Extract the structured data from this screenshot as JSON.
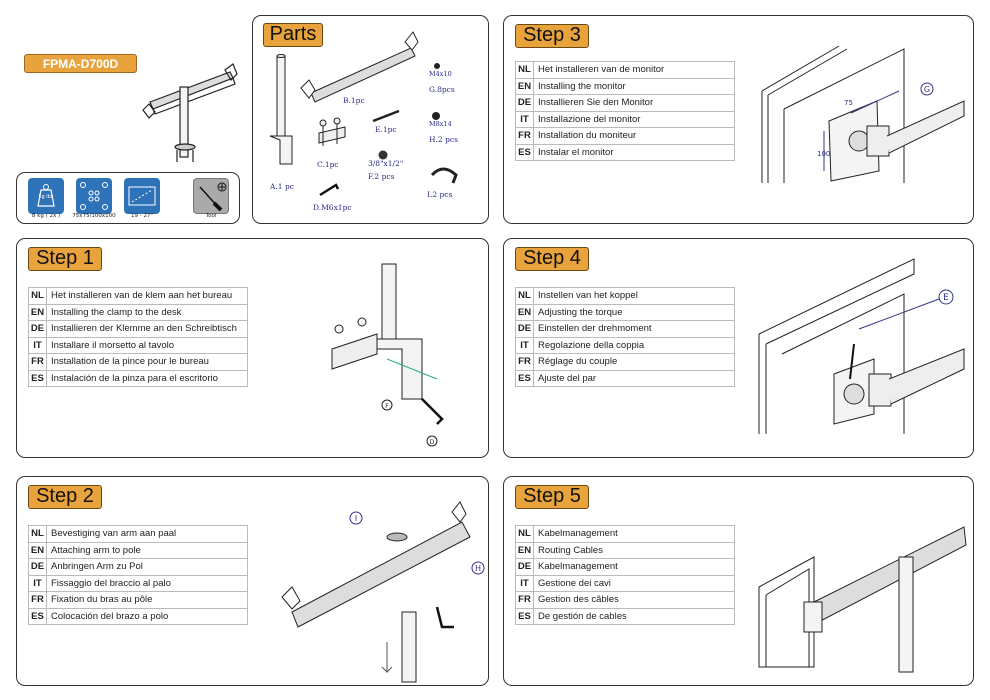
{
  "model": "FPMA-D700D",
  "specs": [
    {
      "icon": "weight-icon",
      "caption": "8 kg ( 2x )",
      "glyph": "kg lbs"
    },
    {
      "icon": "vesa-pattern-icon",
      "caption": "75x75/100x100"
    },
    {
      "icon": "screen-size-icon",
      "caption": "19 - 27\""
    },
    {
      "icon": "screwdriver-icon",
      "caption": "Tool"
    }
  ],
  "parts": {
    "title": "Parts",
    "items": {
      "a": "A.1 pc",
      "b": "B.1pc",
      "c": "C.1pc",
      "d": "D.M6x1pc",
      "e": "E.1pc",
      "f_size": "3/8\"x1/2\"",
      "f": "F.2 pcs",
      "g_size": "M4x10",
      "g": "G.8pcs",
      "h_size": "M8x14",
      "h": "H.2 pcs",
      "i": "I.2 pcs"
    }
  },
  "steps": {
    "step1": {
      "title": "Step 1",
      "rows": [
        {
          "code": "NL",
          "text": "Het installeren van de klem aan het bureau"
        },
        {
          "code": "EN",
          "text": "Installing the clamp to the desk"
        },
        {
          "code": "DE",
          "text": "Installieren der Klemme an den Schreibtisch"
        },
        {
          "code": "IT",
          "text": "Installare il morsetto al tavolo"
        },
        {
          "code": "FR",
          "text": "Installation de la pince pour le bureau"
        },
        {
          "code": "ES",
          "text": "Instalación de la pinza para el escritorio"
        }
      ],
      "callouts": [
        "F",
        "D"
      ]
    },
    "step2": {
      "title": "Step 2",
      "rows": [
        {
          "code": "NL",
          "text": "Bevestiging van arm aan paal"
        },
        {
          "code": "EN",
          "text": "Attaching arm to pole"
        },
        {
          "code": "DE",
          "text": "Anbringen Arm zu Pol"
        },
        {
          "code": "IT",
          "text": "Fissaggio del braccio al palo"
        },
        {
          "code": "FR",
          "text": "Fixation du bras au pôle"
        },
        {
          "code": "ES",
          "text": "Colocación del brazo a polo"
        }
      ],
      "callouts": [
        "I",
        "H"
      ]
    },
    "step3": {
      "title": "Step 3",
      "rows": [
        {
          "code": "NL",
          "text": "Het installeren van de monitor"
        },
        {
          "code": "EN",
          "text": "Installing the monitor"
        },
        {
          "code": "DE",
          "text": "Installieren Sie den Monitor"
        },
        {
          "code": "IT",
          "text": "Installazione del monitor"
        },
        {
          "code": "FR",
          "text": "Installation du moniteur"
        },
        {
          "code": "ES",
          "text": "Instalar el monitor"
        }
      ],
      "callouts": [
        "G"
      ],
      "dims": [
        "75",
        "100"
      ]
    },
    "step4": {
      "title": "Step 4",
      "rows": [
        {
          "code": "NL",
          "text": "Instellen van het koppel"
        },
        {
          "code": "EN",
          "text": "Adjusting the torque"
        },
        {
          "code": "DE",
          "text": "Einstellen der drehmoment"
        },
        {
          "code": "IT",
          "text": "Regolazione della coppia"
        },
        {
          "code": "FR",
          "text": "Réglage du couple"
        },
        {
          "code": "ES",
          "text": "Ajuste del par"
        }
      ],
      "callouts": [
        "E"
      ]
    },
    "step5": {
      "title": "Step 5",
      "rows": [
        {
          "code": "NL",
          "text": "Kabelmanagement"
        },
        {
          "code": "EN",
          "text": "Routing Cables"
        },
        {
          "code": "DE",
          "text": "Kabelmanagement"
        },
        {
          "code": "IT",
          "text": "Gestione dei cavi"
        },
        {
          "code": "FR",
          "text": "Gestion des câbles"
        },
        {
          "code": "ES",
          "text": "De gestión de cables"
        }
      ]
    }
  }
}
